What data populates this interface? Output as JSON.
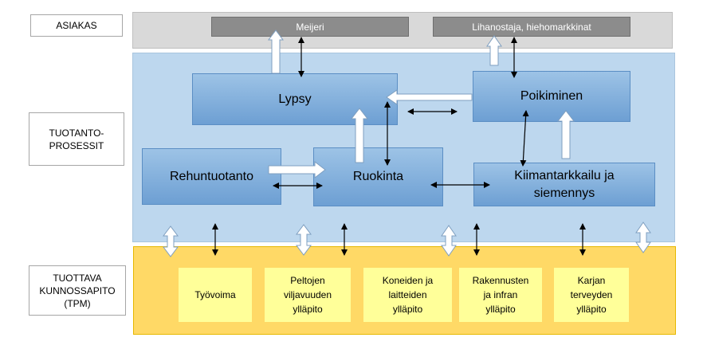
{
  "labels": {
    "customer": "ASIAKAS",
    "process": "TUOTANTO-\nPROSESSIT",
    "tpm": "TUOTTAVA\nKUNNOSSAPITO\n(TPM)"
  },
  "customers": {
    "dairy": "Meijeri",
    "meat": "Lihanostaja, hiehomarkkinat"
  },
  "processes": {
    "milking": "Lypsy",
    "calving": "Poikiminen",
    "feed_production": "Rehuntuotanto",
    "feeding": "Ruokinta",
    "heat_monitoring": "Kiimantarkkailu ja\nsiemennys"
  },
  "tpm_items": [
    "Työvoima",
    "Peltojen\nviljavuuden\nylläpito",
    "Koneiden ja\nlaitteiden\nylläpito",
    "Rakennusten\nja infran\nylläpito",
    "Karjan\nterveyden\nylläpito"
  ],
  "colors": {
    "customer_band": "#d9d9d9",
    "process_band": "#bdd7ee",
    "tpm_band": "#ffd966",
    "process_box": "#7eaee0",
    "tpm_box": "#ffff99",
    "customer_box": "#8c8c8c"
  }
}
